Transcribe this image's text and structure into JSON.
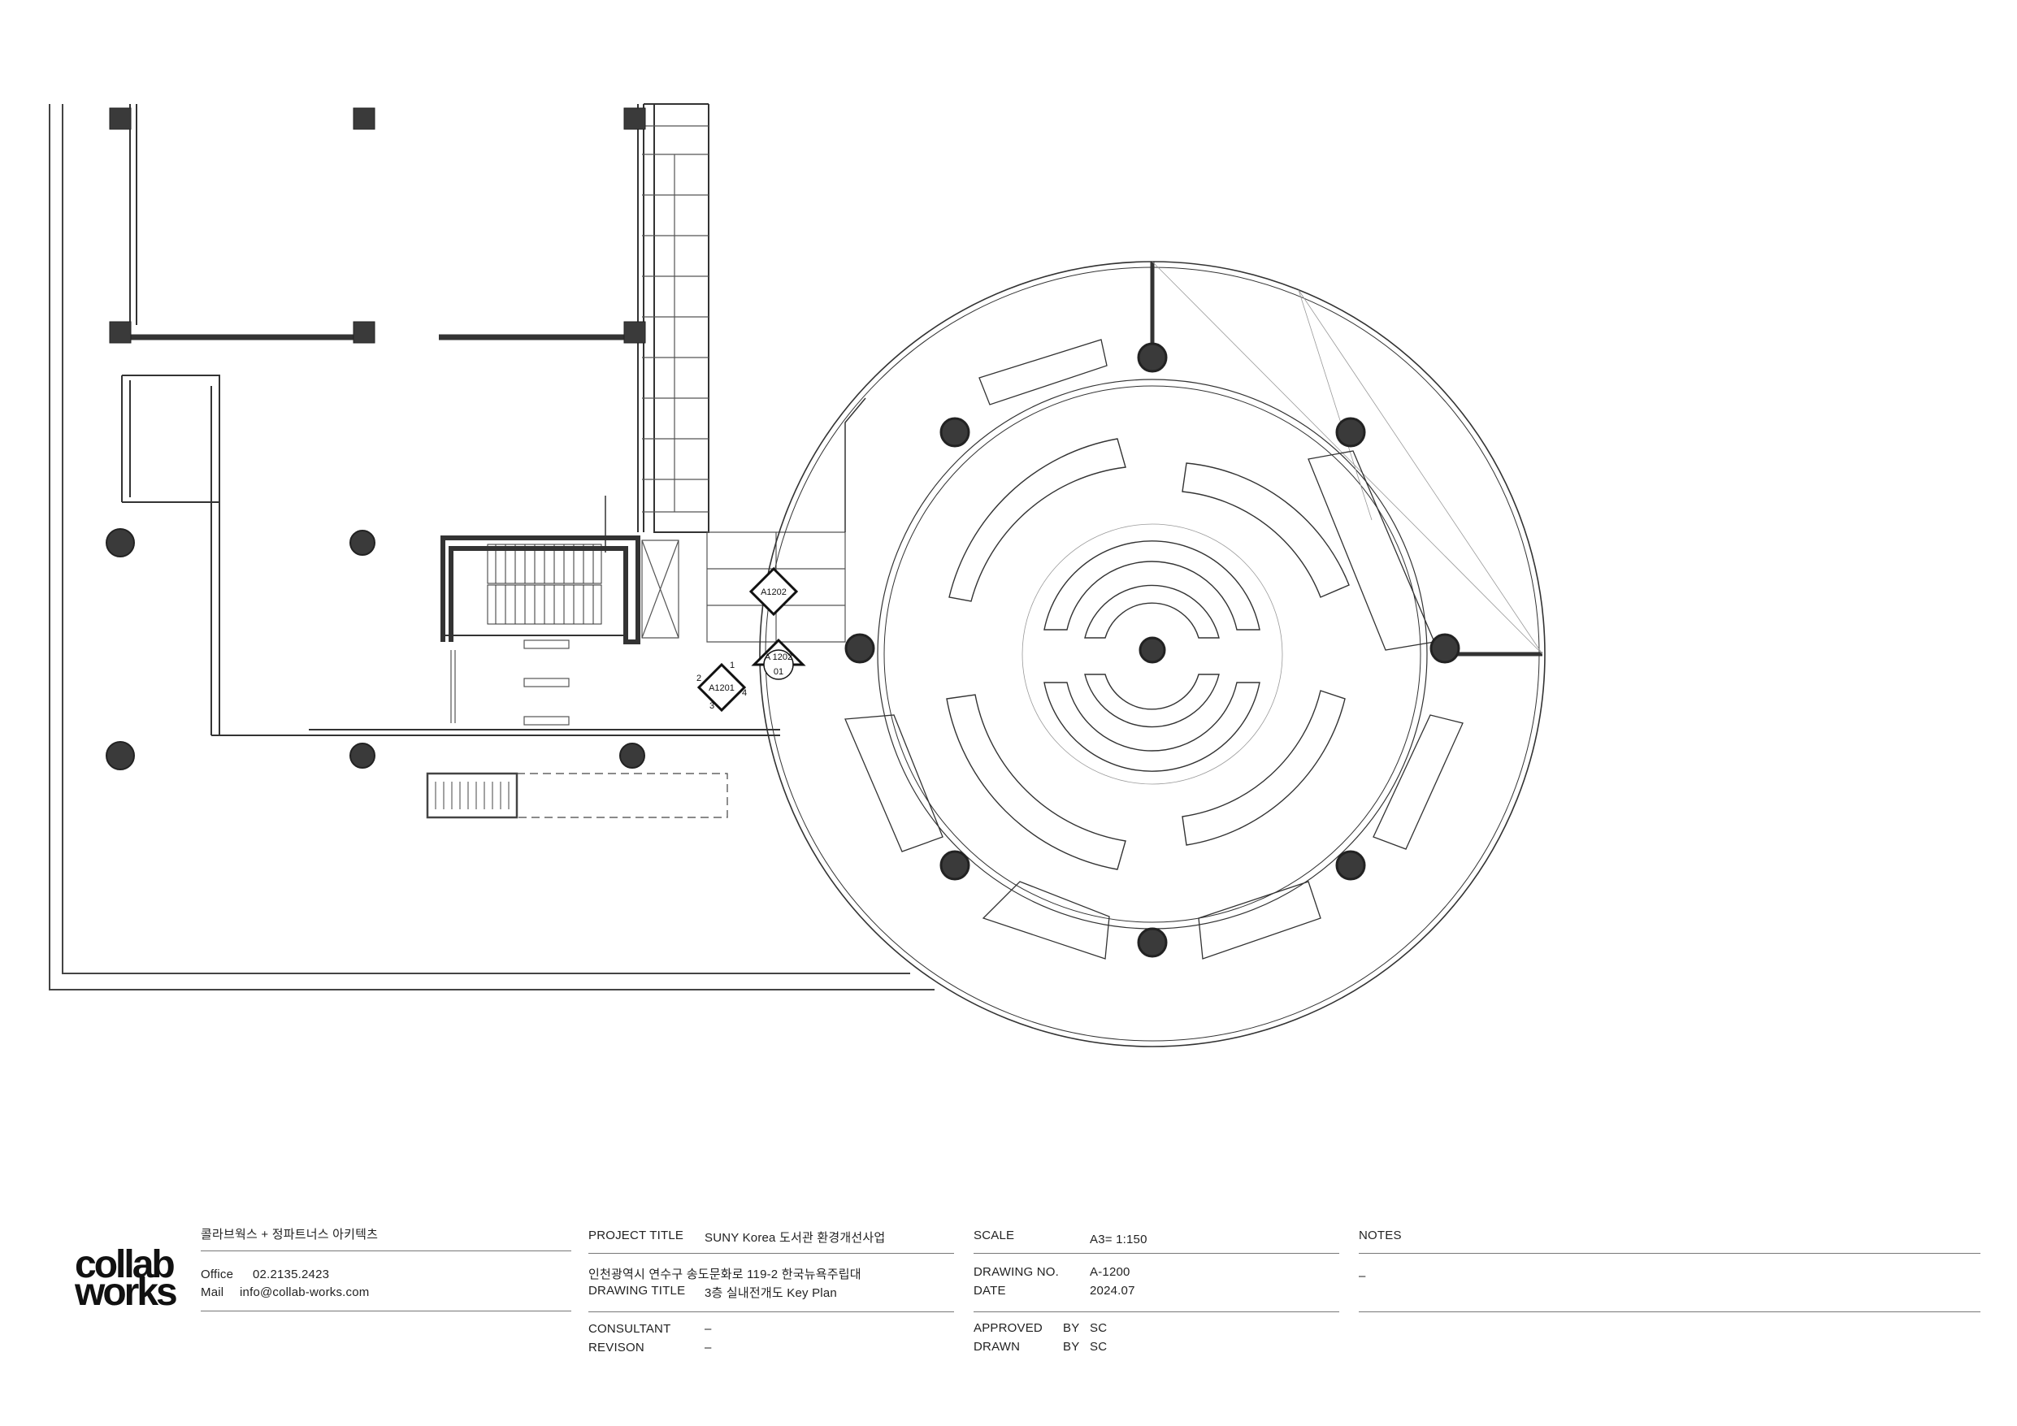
{
  "drawing": {
    "tags": [
      {
        "id": "A1202",
        "sub": ""
      },
      {
        "id": "A 1202",
        "sub": "01"
      },
      {
        "id": "A1201",
        "sub": ""
      }
    ],
    "tag_numbers": [
      "1",
      "2",
      "3",
      "4"
    ]
  },
  "title_block": {
    "logo": {
      "line1": "collab",
      "line2": "works"
    },
    "firm_name": "콜라브웍스 + 정파트너스 아키텍츠",
    "office_label": "Office",
    "office_value": "02.2135.2423",
    "mail_label": "Mail",
    "mail_value": "info@collab-works.com",
    "project_title_label": "PROJECT TITLE",
    "project_title_value": "SUNY Korea 도서관 환경개선사업",
    "address": "인천광역시 연수구 송도문화로 119-2 한국뉴욕주립대",
    "drawing_title_label": "DRAWING TITLE",
    "drawing_title_value": "3층 실내전개도 Key Plan",
    "consultant_label": "CONSULTANT",
    "consultant_value": "–",
    "revision_label": "REVISON",
    "revision_value": "–",
    "scale_label": "SCALE",
    "scale_value": "A3= 1:150",
    "drawing_no_label": "DRAWING NO.",
    "drawing_no_value": "A-1200",
    "date_label": "DATE",
    "date_value": "2024.07",
    "approved_label": "APPROVED",
    "approved_by": "BY",
    "approved_value": "SC",
    "drawn_label": "DRAWN",
    "drawn_by": "BY",
    "drawn_value": "SC",
    "notes_label": "NOTES",
    "notes_value": "–"
  },
  "colors": {
    "line": "#333333",
    "fill": "#3a3a3a",
    "light": "#999999"
  }
}
